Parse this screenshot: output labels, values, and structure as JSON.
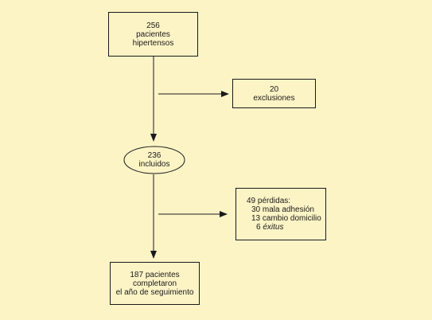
{
  "colors": {
    "background": "#fdf4c6",
    "stroke": "#1a1a1a"
  },
  "nodes": {
    "start": {
      "line1": "256",
      "line2": "pacientes",
      "line3": "hipertensos"
    },
    "exclusions": {
      "line1": "20",
      "line2": "exclusiones"
    },
    "included": {
      "line1": "236",
      "line2": "incluidos"
    },
    "losses": {
      "title": "49 pérdidas:",
      "items": [
        {
          "count": "30",
          "label": "mala adhesión"
        },
        {
          "count": "13",
          "label": "cambio domicilio"
        },
        {
          "count": "6",
          "label": "éxitus"
        }
      ]
    },
    "completed": {
      "line1": "187 pacientes",
      "line2": "completaron",
      "line3": "el año de seguimiento"
    }
  }
}
